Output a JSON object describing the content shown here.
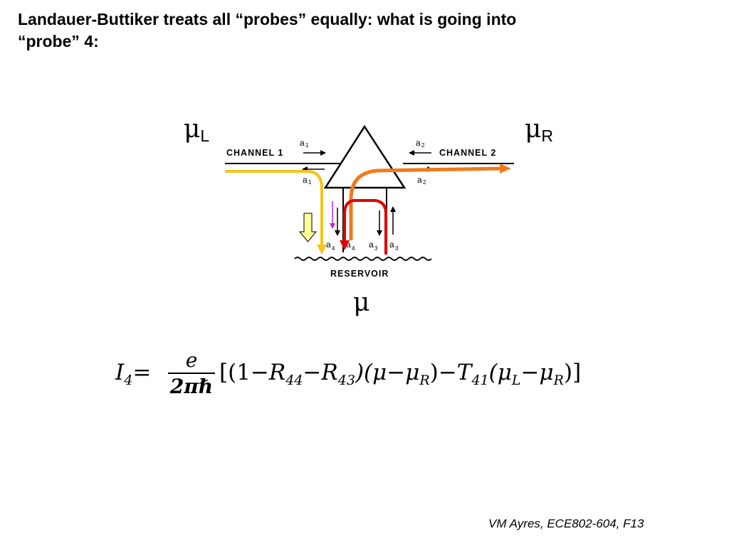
{
  "title": {
    "line1": "Landauer-Buttiker treats all “probes” equally: what is going into",
    "line2": "“probe” 4:"
  },
  "potentials": {
    "left": {
      "symbol": "μ",
      "subscript": "L"
    },
    "right": {
      "symbol": "μ",
      "subscript": "R"
    },
    "bottom": {
      "symbol": "μ"
    }
  },
  "diagram": {
    "channel1_label": "CHANNEL 1",
    "channel2_label": "CHANNEL 2",
    "reservoir_label": "RESERVOIR",
    "wave_labels": {
      "a1": "a",
      "a1_sub": "1",
      "a2": "a",
      "a2_sub": "2",
      "a1p": "a",
      "a1p_sub": "1",
      "a2p": "a",
      "a2p_sub": "2",
      "a4p": "a",
      "a4p_sub": "4",
      "a4": "a",
      "a4_sub": "4",
      "a3p": "a",
      "a3p_sub": "3",
      "a3": "a",
      "a3_sub": "3"
    },
    "colors": {
      "yellow_path": "#f5c518",
      "orange_path": "#f07a1a",
      "red_path": "#e00000",
      "magenta_arrow": "#cc22cc",
      "hollow_arrow_fill": "#ffff99"
    }
  },
  "equation": {
    "lhs": "I",
    "lhs_sub": "4",
    "equals": "=",
    "numerator": "e",
    "denominator": "2πℏ",
    "term1_open": "[(1−",
    "R44": "R",
    "R44_sub": "44",
    "minus1": "−",
    "R43": "R",
    "R43_sub": "43",
    "term1_mid": ")(μ−μ",
    "muR1_sub": "R",
    "term1_close": ")−",
    "T41": "T",
    "T41_sub": "41",
    "term2_open": "(μ",
    "muL_sub": "L",
    "term2_mid": "−μ",
    "muR2_sub": "R",
    "term2_close": ")]"
  },
  "footer": "VM Ayres, ECE802-604, F13"
}
